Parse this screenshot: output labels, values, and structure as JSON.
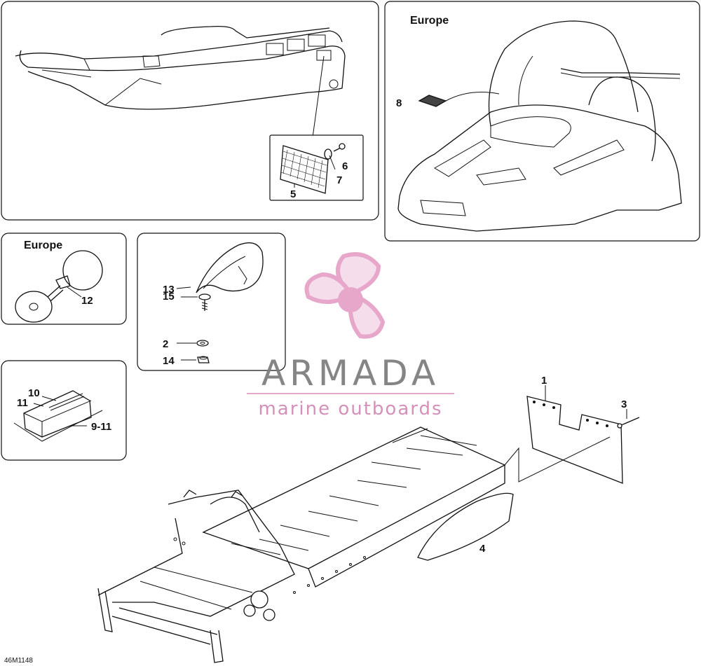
{
  "regions": {
    "europe_top": "Europe",
    "europe_horn": "Europe"
  },
  "callouts": {
    "c1": "1",
    "c2": "2",
    "c3": "3",
    "c4": "4",
    "c5": "5",
    "c6": "6",
    "c7": "7",
    "c8": "8",
    "c9_11": "9-11",
    "c10": "10",
    "c11": "11",
    "c12": "12",
    "c13": "13",
    "c14": "14",
    "c15": "15"
  },
  "watermark": {
    "title": "ARMADA",
    "subtitle": "marine outboards",
    "colors": {
      "pink": "#e6a3c8",
      "grey": "#7f7f7f"
    }
  },
  "diagram_code": "46M1148"
}
